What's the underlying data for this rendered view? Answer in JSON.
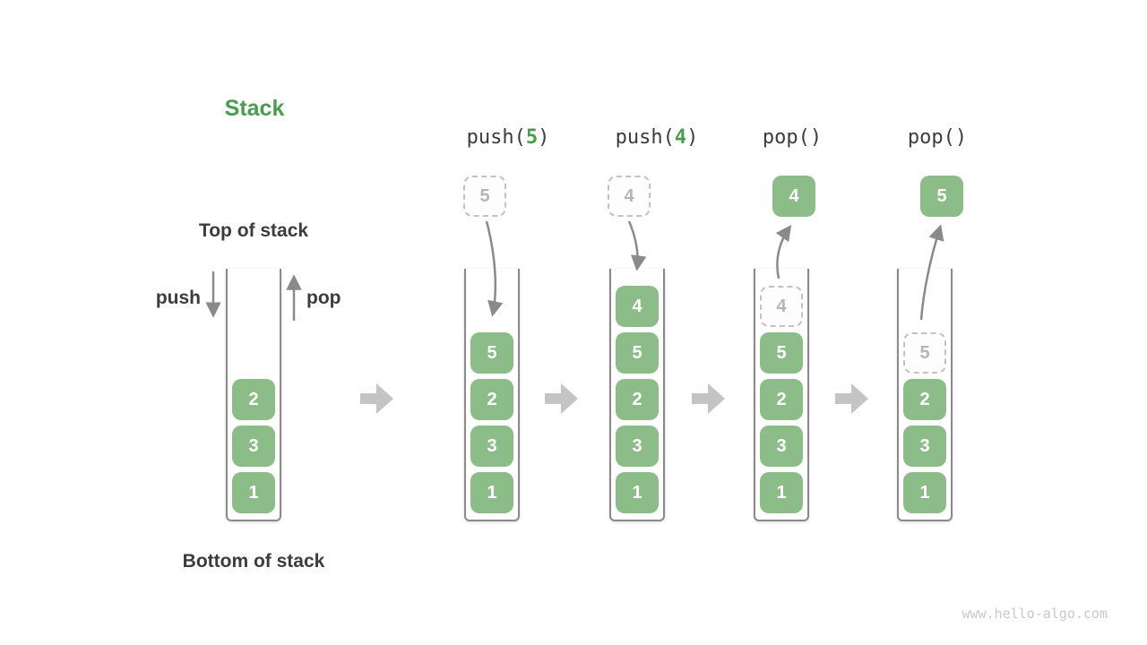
{
  "title": "Stack",
  "watermark": "www.hello-algo.com",
  "annotations": {
    "top_of_stack": "Top of stack",
    "bottom_of_stack": "Bottom of stack",
    "push_label": "push",
    "pop_label": "pop"
  },
  "operations": [
    {
      "prefix": "push(",
      "arg": "5",
      "suffix": ")"
    },
    {
      "prefix": "push(",
      "arg": "4",
      "suffix": ")"
    },
    {
      "prefix": "pop(",
      "arg": "",
      "suffix": ")"
    },
    {
      "prefix": "pop(",
      "arg": "",
      "suffix": ")"
    }
  ],
  "floating_cells": [
    {
      "value": "5",
      "style": "dashed",
      "meaning": "value being pushed"
    },
    {
      "value": "4",
      "style": "dashed",
      "meaning": "value being pushed"
    },
    {
      "value": "4",
      "style": "solid",
      "meaning": "value popped off"
    },
    {
      "value": "5",
      "style": "solid",
      "meaning": "value popped off"
    }
  ],
  "stacks": [
    {
      "state": "initial",
      "cells": [
        {
          "value": "2"
        },
        {
          "value": "3"
        },
        {
          "value": "1"
        }
      ]
    },
    {
      "state": "after push(5)",
      "cells": [
        {
          "value": "5"
        },
        {
          "value": "2"
        },
        {
          "value": "3"
        },
        {
          "value": "1"
        }
      ]
    },
    {
      "state": "after push(4)",
      "cells": [
        {
          "value": "4"
        },
        {
          "value": "5"
        },
        {
          "value": "2"
        },
        {
          "value": "3"
        },
        {
          "value": "1"
        }
      ]
    },
    {
      "state": "after pop() -> 4",
      "cells": [
        {
          "value": "4",
          "style": "dashed"
        },
        {
          "value": "5"
        },
        {
          "value": "2"
        },
        {
          "value": "3"
        },
        {
          "value": "1"
        }
      ]
    },
    {
      "state": "after pop() -> 5",
      "cells": [
        {
          "value": "5",
          "style": "dashed"
        },
        {
          "value": "2"
        },
        {
          "value": "3"
        },
        {
          "value": "1"
        }
      ]
    }
  ],
  "colors": {
    "cell_green": "#8cbd88",
    "accent_green": "#4a9c4f",
    "dark_text": "#3c3c3c",
    "motion_arrow": "#8a8a8a",
    "block_arrow": "#c4c4c4",
    "dashed_border": "#c2c2c2",
    "dashed_text": "#b5b5b5",
    "container_line": "#8a8a8a",
    "watermark_gray": "#c8c8c8"
  }
}
